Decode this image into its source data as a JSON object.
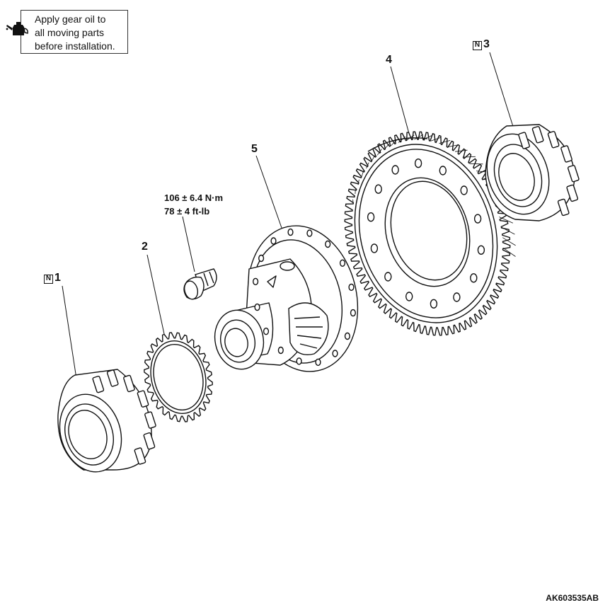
{
  "note": {
    "lines": [
      "Apply gear oil to",
      "all moving parts",
      "before installation."
    ],
    "icon": "oil-can-icon"
  },
  "parts": [
    {
      "num": "1",
      "prefix": "N",
      "name": "tapered-roller-bearing"
    },
    {
      "num": "2",
      "prefix": "",
      "name": "tone-wheel"
    },
    {
      "num": "3",
      "prefix": "N",
      "name": "tapered-roller-bearing"
    },
    {
      "num": "4",
      "prefix": "",
      "name": "differential-drive-gear"
    },
    {
      "num": "5",
      "prefix": "",
      "name": "differential-case"
    }
  ],
  "torque": {
    "line1": "106 ± 6.4 N·m",
    "line2": "78 ± 4 ft-lb",
    "target": "bolt"
  },
  "figure_code": "AK603535AB",
  "colors": {
    "line": "#111111",
    "background": "#ffffff"
  }
}
